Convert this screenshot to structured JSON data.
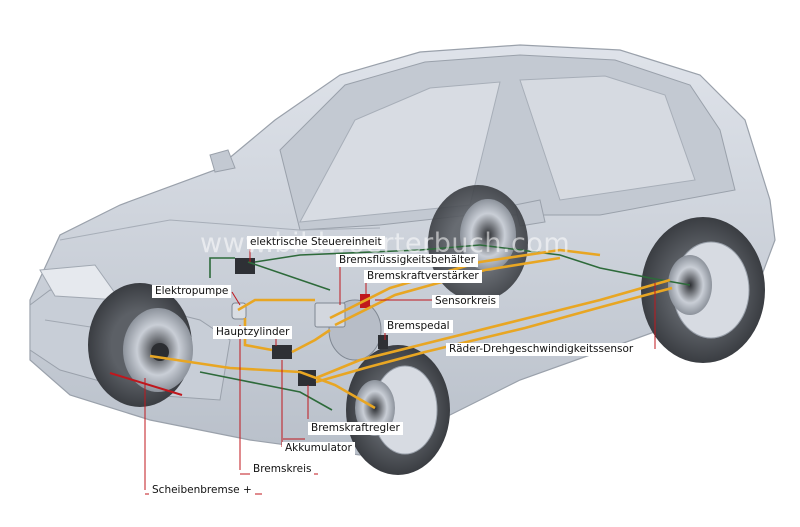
{
  "watermark": "www.bildwoerterbuch.com",
  "labels": {
    "ecu": "elektrische Steuereinheit",
    "reservoir": "Bremsflüssigkeitsbehälter",
    "booster": "Bremskraftverstärker",
    "sensor_circuit": "Sensorkreis",
    "pump": "Elektropumpe",
    "master_cylinder": "Hauptzylinder",
    "pedal": "Bremspedal",
    "wheel_sensor": "Räder-Drehgeschwindigkeitssensor",
    "regulator": "Bremskraftregler",
    "accumulator": "Akkumulator",
    "brake_circuit": "Bremskreis",
    "disc_brake": "Scheibenbremse +"
  },
  "colors": {
    "body": "#cfd4dc",
    "body_dark": "#a9b0bb",
    "tire": "#4a4d52",
    "brake_line": "#e8a623",
    "sensor_line": "#2d6a3a",
    "leader": "#c0171d"
  }
}
